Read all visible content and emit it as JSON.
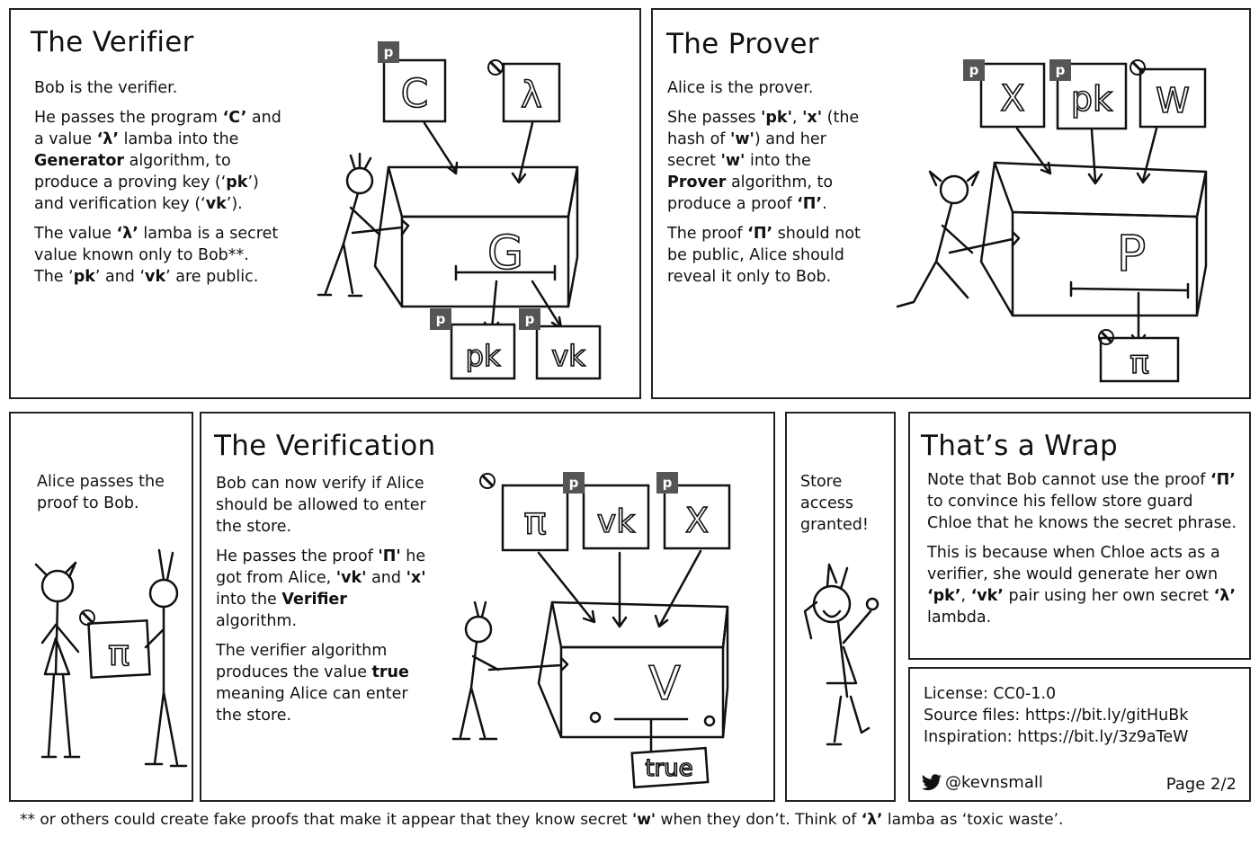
{
  "panels": {
    "verifier": {
      "title": "The Verifier",
      "p1": "Bob is the verifier.",
      "p2a": "He passes the program ",
      "p2b": "‘C’",
      "p2c": " and a value ",
      "p2d": "‘λ’",
      "p2e": " lamba into the ",
      "p2f": "Generator",
      "p2g": " algorithm, to produce a proving key (‘",
      "p2h": "pk",
      "p2i": "’) and verification key (‘",
      "p2j": "vk",
      "p2k": "’).",
      "p3a": "The value ",
      "p3b": "‘λ’",
      "p3c": " lamba is a secret value known only to Bob**. The ‘",
      "p3d": "pk",
      "p3e": "’ and ‘",
      "p3f": "vk",
      "p3g": "’ are public.",
      "box_letter": "G",
      "in_cards": [
        "C",
        "λ"
      ],
      "out_cards": [
        "pk",
        "vk"
      ]
    },
    "prover": {
      "title": "The Prover",
      "p1": "Alice is the prover.",
      "p2a": "She passes ",
      "p2b": "'pk'",
      "p2c": ", ",
      "p2d": "'x'",
      "p2e": " (the hash of ",
      "p2f": "'w'",
      "p2g": ") and her secret ",
      "p2h": "'w'",
      "p2i": " into the ",
      "p2j": "Prover",
      "p2k": " algorithm, to produce a proof ",
      "p2l": "‘Π’",
      "p2m": ".",
      "p3a": "The proof ",
      "p3b": "‘Π’",
      "p3c": " should not be public, Alice should reveal it only to Bob.",
      "box_letter": "P",
      "in_cards": [
        "X",
        "pk",
        "W"
      ],
      "out_cards": [
        "π"
      ]
    },
    "pass": {
      "text": "Alice passes the proof to Bob.",
      "card": "π"
    },
    "verification": {
      "title": "The Verification",
      "p1": "Bob can now verify if Alice should be allowed to enter the store.",
      "p2a": "He passes the proof ",
      "p2b": "'Π'",
      "p2c": " he got from Alice, ",
      "p2d": "'vk'",
      "p2e": " and ",
      "p2f": "'x'",
      "p2g": " into the ",
      "p2h": "Verifier",
      "p2i": " algorithm.",
      "p3a": "The verifier algorithm produces the value ",
      "p3b": "true",
      "p3c": " meaning Alice can enter the store.",
      "box_letter": "V",
      "in_cards": [
        "π",
        "vk",
        "X"
      ],
      "out_card": "true"
    },
    "store": {
      "text": "Store access granted!"
    },
    "wrap": {
      "title": "That’s a Wrap",
      "p1a": "Note that Bob cannot use the proof ",
      "p1b": "‘Π’",
      "p1c": " to convince his fellow store guard Chloe that he knows the secret phrase.",
      "p2a": "This is because when Chloe acts as a verifier, she would generate her own ",
      "p2b": "‘pk’",
      "p2c": ", ",
      "p2d": "‘vk’",
      "p2e": " pair using her own secret ",
      "p2f": "‘λ’",
      "p2g": " lambda."
    },
    "credits": {
      "license": "License: CC0-1.0",
      "source": "Source files: https://bit.ly/gitHuBk",
      "inspiration": "Inspiration: https://bit.ly/3z9aTeW",
      "handle": "@kevnsmall",
      "page": "Page 2/2"
    }
  },
  "badges": {
    "public": "p"
  },
  "icons": [
    "twitter-bird-icon",
    "no-entry-icon",
    "public-badge-icon"
  ],
  "footnote_a": "** or others could create fake proofs that make it appear that they know secret ",
  "footnote_b": "'w'",
  "footnote_c": " when they don’t. Think of ",
  "footnote_d": "‘λ’",
  "footnote_e": " lamba as ‘toxic waste’."
}
